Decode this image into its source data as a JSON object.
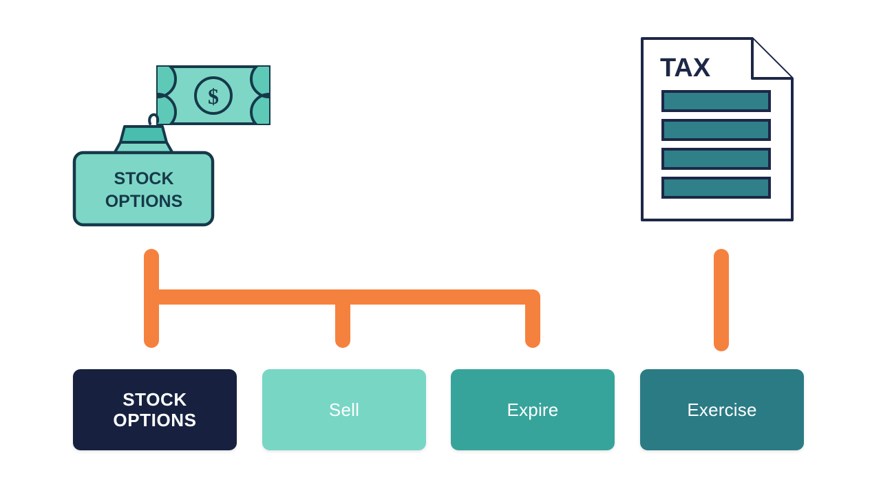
{
  "diagram": {
    "title_hidden": "",
    "background": "#FFFFFF",
    "palette": {
      "orange": "#F5813E",
      "mint": "#78D6C5",
      "teal_mid": "#37A49C",
      "teal_deep": "#2B7B85",
      "navy": "#17213F",
      "outline": "#16394A"
    }
  },
  "icons": {
    "money_bag": {
      "name": "money-bag-icon",
      "tag_line1": "STOCK",
      "tag_line2": "OPTIONS",
      "banknote": {
        "name": "banknote-icon",
        "symbol": "$"
      }
    },
    "tax_document": {
      "name": "tax-document-icon",
      "heading": "TAX",
      "line_count": 4
    }
  },
  "connectors": {
    "left_branch": {
      "name": "left-branch-connector",
      "color": "#F5813E",
      "targets": [
        "STOCK OPTIONS",
        "Sell",
        "Expire"
      ]
    },
    "right_branch": {
      "name": "right-branch-connector",
      "color": "#F5813E",
      "targets": [
        "Exercise"
      ]
    }
  },
  "boxes": [
    {
      "id": "stock-options",
      "label": "STOCK\nOPTIONS",
      "line1": "STOCK",
      "line2": "OPTIONS",
      "bg": "#17213F",
      "text_color": "#FFFFFF",
      "bold": true
    },
    {
      "id": "sell",
      "label": "Sell",
      "line1": "Sell",
      "line2": "",
      "bg": "#78D6C5",
      "text_color": "#FFFFFF",
      "bold": false
    },
    {
      "id": "expire",
      "label": "Expire",
      "line1": "Expire",
      "line2": "",
      "bg": "#37A49C",
      "text_color": "#FFFFFF",
      "bold": false
    },
    {
      "id": "exercise",
      "label": "Exercise",
      "line1": "Exercise",
      "line2": "",
      "bg": "#2B7B85",
      "text_color": "#FFFFFF",
      "bold": false
    }
  ]
}
